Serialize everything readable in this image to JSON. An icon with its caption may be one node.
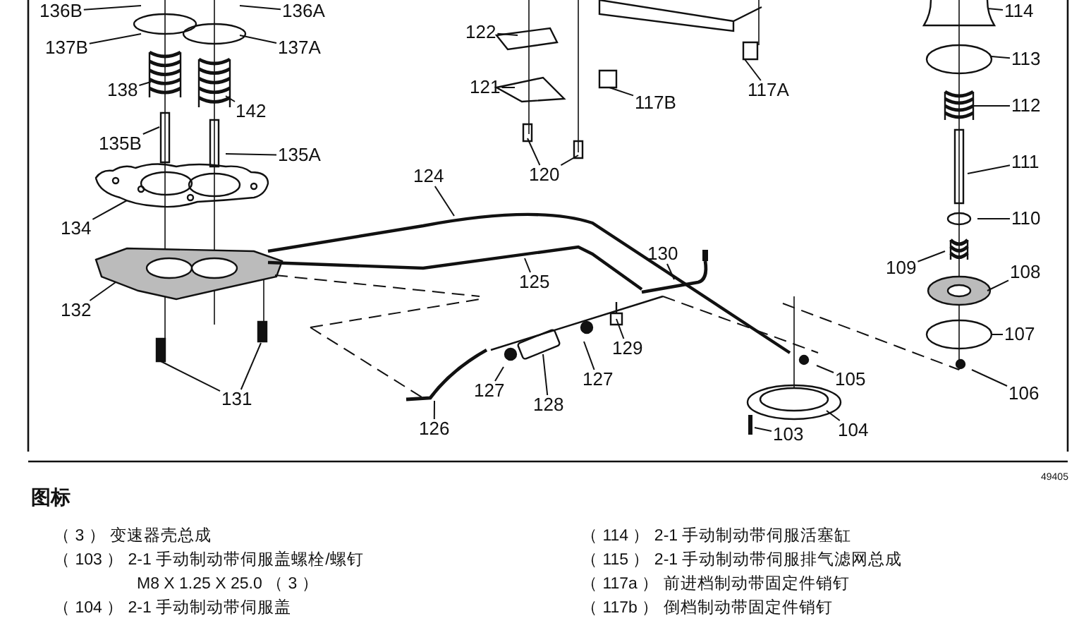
{
  "diagram": {
    "nodes": [
      {
        "text": [
          "136B"
        ]
      },
      {
        "text": [
          "136A"
        ]
      },
      {
        "text": [
          "137B"
        ]
      },
      {
        "text": [
          "137A"
        ]
      },
      {
        "text": [
          "138"
        ]
      },
      {
        "text": [
          "142"
        ]
      },
      {
        "text": [
          "135B"
        ]
      },
      {
        "text": [
          "135A"
        ]
      },
      {
        "text": [
          "134"
        ]
      },
      {
        "text": [
          "132"
        ]
      },
      {
        "text": [
          "131"
        ]
      },
      {
        "text": [
          "122"
        ]
      },
      {
        "text": [
          "121"
        ]
      },
      {
        "text": [
          "120"
        ]
      },
      {
        "text": [
          "117B"
        ]
      },
      {
        "text": [
          "117A"
        ]
      },
      {
        "text": [
          "124"
        ]
      },
      {
        "text": [
          "125"
        ]
      },
      {
        "text": [
          "130"
        ]
      },
      {
        "text": [
          "129"
        ]
      },
      {
        "text": [
          "127"
        ]
      },
      {
        "text": [
          "128"
        ]
      },
      {
        "text": [
          "127"
        ]
      },
      {
        "text": [
          "126"
        ]
      },
      {
        "text": [
          "105"
        ]
      },
      {
        "text": [
          "104"
        ]
      },
      {
        "text": [
          "103"
        ]
      },
      {
        "text": [
          "106"
        ]
      },
      {
        "text": [
          "107"
        ]
      },
      {
        "text": [
          "108"
        ]
      },
      {
        "text": [
          "109"
        ]
      },
      {
        "text": [
          "110"
        ]
      },
      {
        "text": [
          "111"
        ]
      },
      {
        "text": [
          "112"
        ]
      },
      {
        "text": [
          "113"
        ]
      },
      {
        "text": [
          "114"
        ]
      }
    ],
    "edges": [
      {
        "from": 0,
        "to": null,
        "arrow": "none"
      },
      {
        "from": 1,
        "to": null,
        "arrow": "none"
      },
      {
        "from": 2,
        "to": null,
        "arrow": "none"
      },
      {
        "from": 3,
        "to": null,
        "arrow": "none"
      },
      {
        "from": 4,
        "to": null,
        "arrow": "none"
      },
      {
        "from": 5,
        "to": null,
        "arrow": "none"
      },
      {
        "from": 6,
        "to": null,
        "arrow": "none"
      },
      {
        "from": 7,
        "to": null,
        "arrow": "none"
      },
      {
        "from": 8,
        "to": null,
        "arrow": "none"
      },
      {
        "from": 9,
        "to": null,
        "arrow": "none"
      },
      {
        "from": 10,
        "to": null,
        "arrow": "none"
      },
      {
        "from": 10,
        "to": null,
        "arrow": "none"
      },
      {
        "from": 11,
        "to": null,
        "arrow": "none"
      },
      {
        "from": 12,
        "to": null,
        "arrow": "none"
      },
      {
        "from": 13,
        "to": null,
        "arrow": "none"
      },
      {
        "from": 13,
        "to": null,
        "arrow": "none"
      },
      {
        "from": 14,
        "to": null,
        "arrow": "none"
      },
      {
        "from": 15,
        "to": null,
        "arrow": "none"
      },
      {
        "from": 16,
        "to": null,
        "arrow": "none"
      },
      {
        "from": 17,
        "to": null,
        "arrow": "none"
      },
      {
        "from": 18,
        "to": null,
        "arrow": "none"
      },
      {
        "from": 19,
        "to": null,
        "arrow": "none"
      },
      {
        "from": 20,
        "to": null,
        "arrow": "none"
      },
      {
        "from": 21,
        "to": null,
        "arrow": "none"
      },
      {
        "from": 22,
        "to": null,
        "arrow": "none"
      },
      {
        "from": 23,
        "to": null,
        "arrow": "none"
      },
      {
        "from": 24,
        "to": null,
        "arrow": "none"
      },
      {
        "from": 25,
        "to": null,
        "arrow": "none"
      },
      {
        "from": 26,
        "to": null,
        "arrow": "none"
      },
      {
        "from": 27,
        "to": null,
        "arrow": "none"
      },
      {
        "from": 28,
        "to": null,
        "arrow": "none"
      },
      {
        "from": 29,
        "to": null,
        "arrow": "none"
      },
      {
        "from": 30,
        "to": null,
        "arrow": "none"
      },
      {
        "from": 31,
        "to": null,
        "arrow": "none"
      },
      {
        "from": 32,
        "to": null,
        "arrow": "none"
      },
      {
        "from": 33,
        "to": null,
        "arrow": "none"
      },
      {
        "from": 34,
        "to": null,
        "arrow": "none"
      },
      {
        "from": 35,
        "to": null,
        "arrow": "none"
      }
    ],
    "labels": [
      "49405",
      "图标",
      "（ 3 ） 变速器壳总成",
      "（ 103 ） 2-1 手动制动带伺服盖螺栓/螺钉",
      "M8 X 1.25 X 25.0 （ 3 ）",
      "（ 104 ） 2-1 手动制动带伺服盖",
      "（ 114 ） 2-1 手动制动带伺服活塞缸",
      "（ 115 ） 2-1 手动制动带伺服排气滤网总成",
      "（ 117a ） 前进档制动带固定件销钉",
      "（ 117b ） 倒档制动带固定件销钉"
    ]
  }
}
